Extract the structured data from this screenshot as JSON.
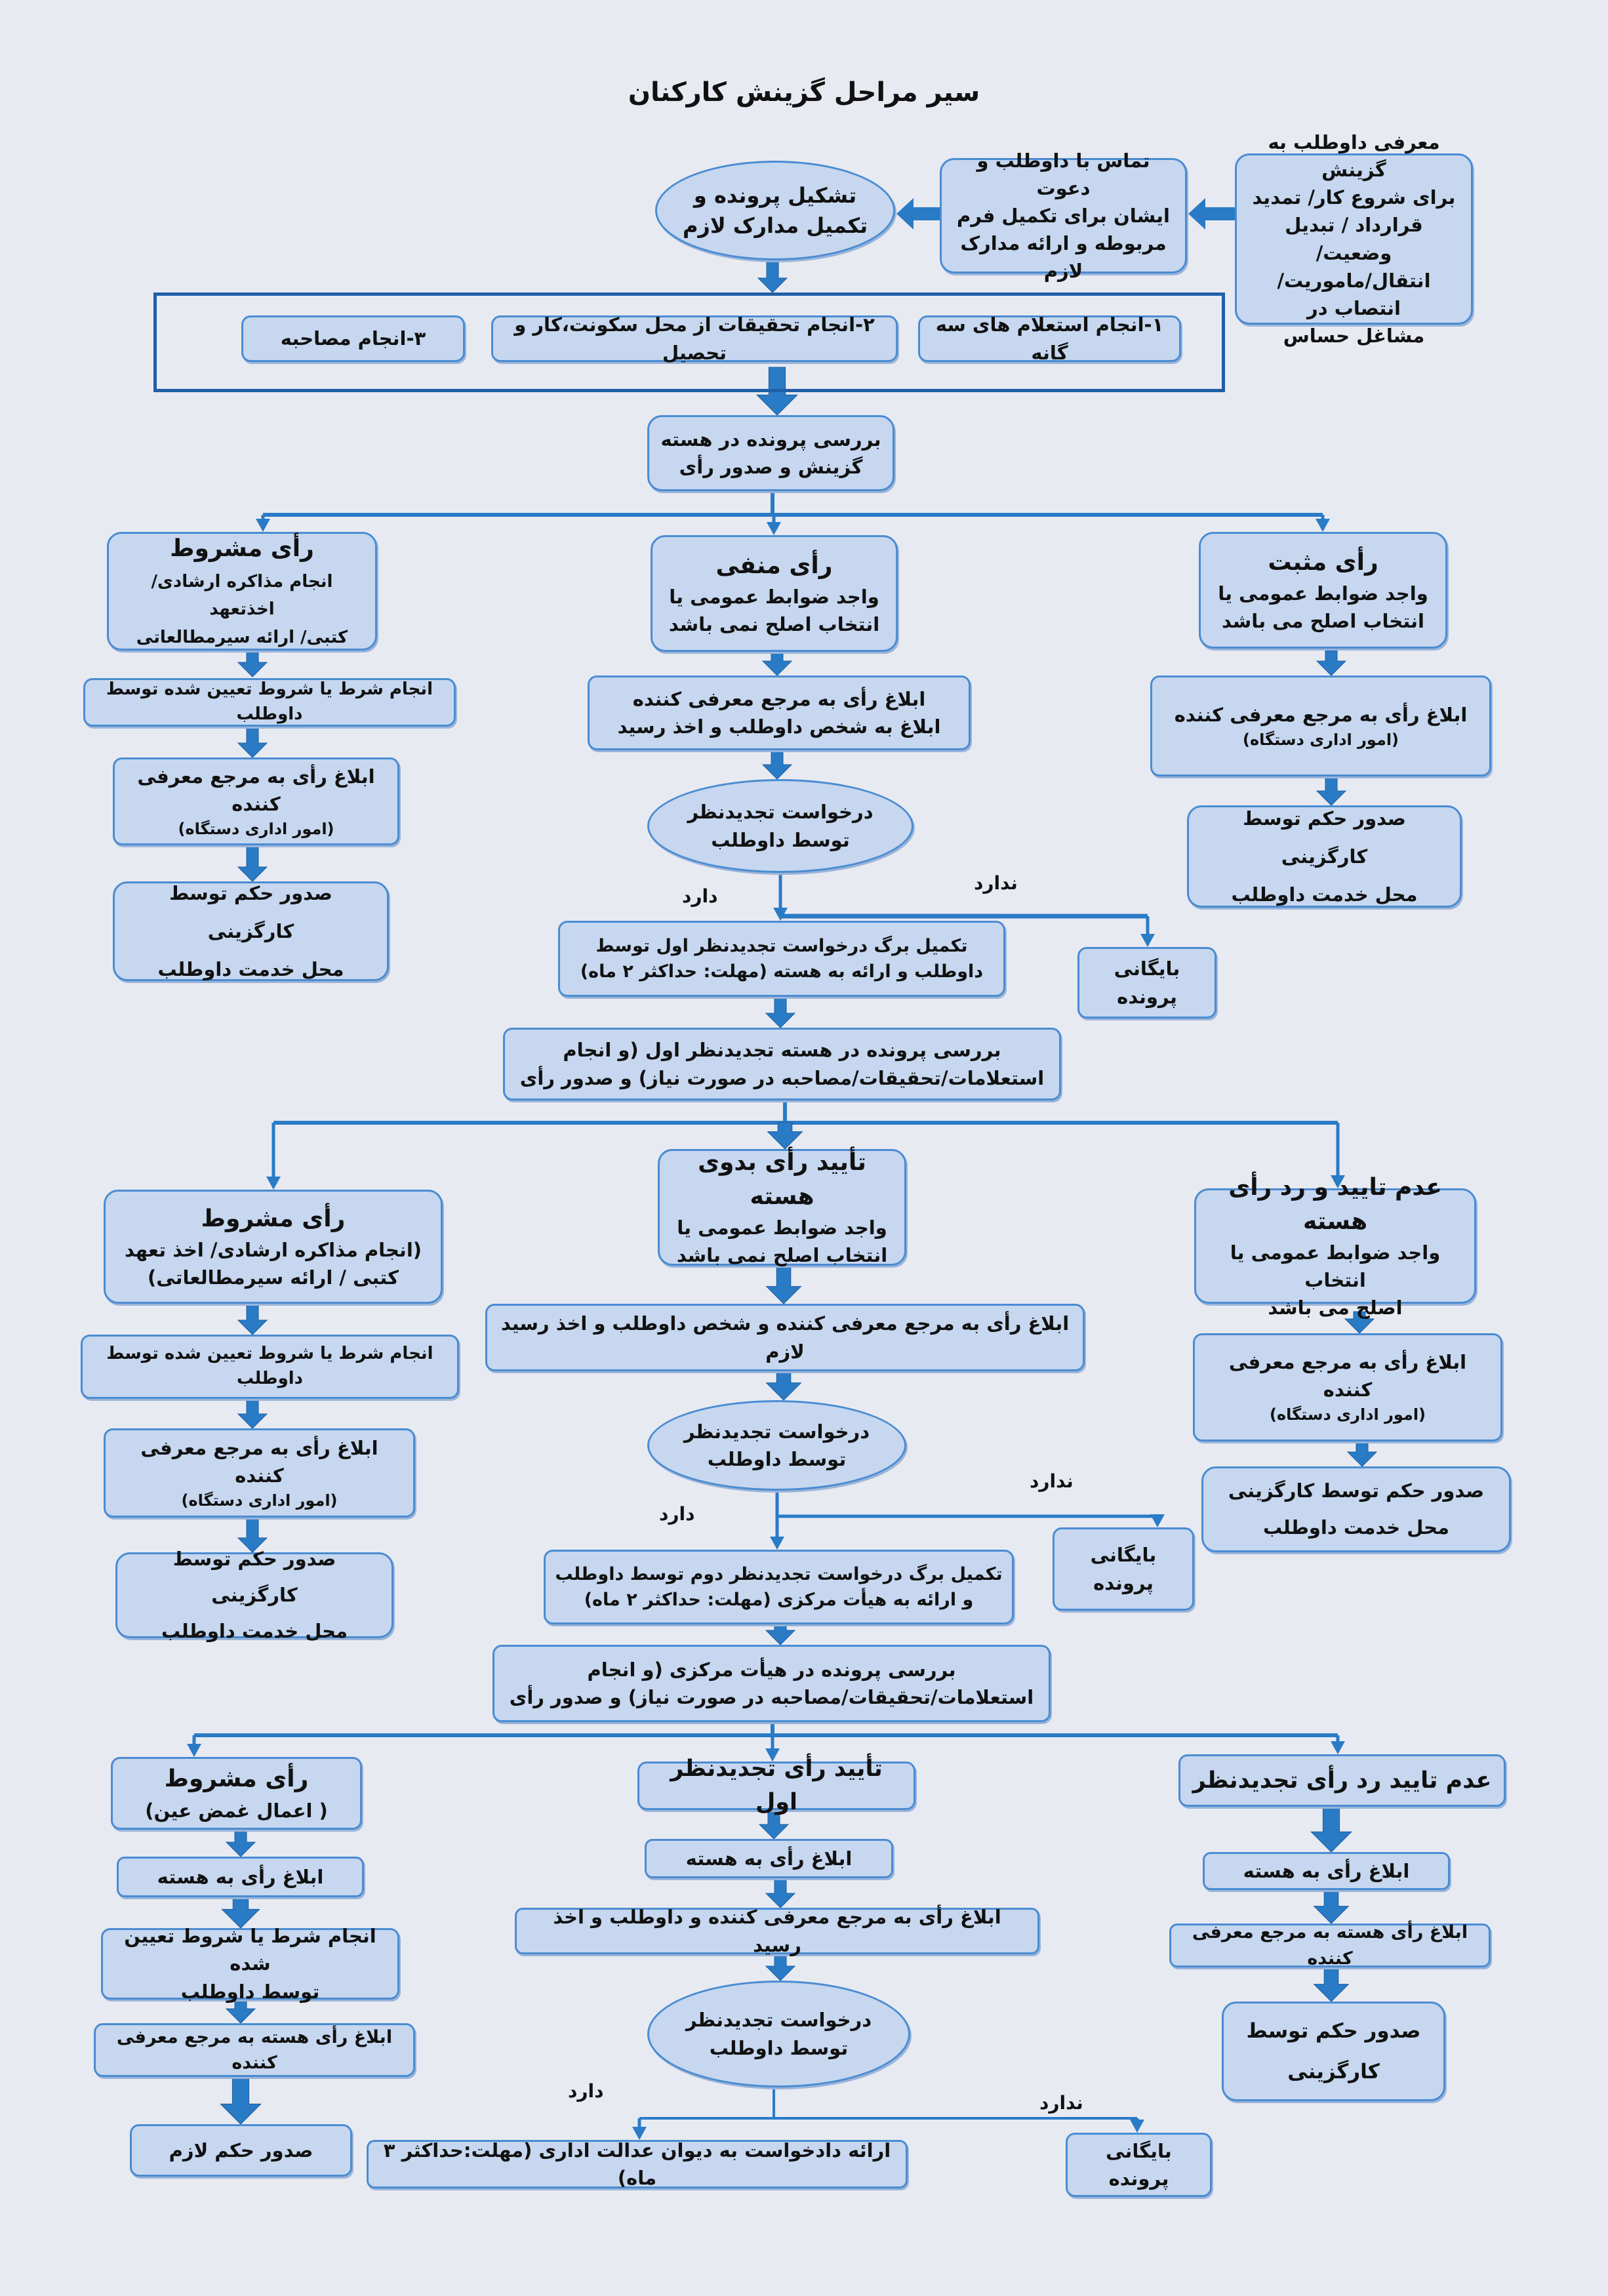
{
  "title": "سیر مراحل گزینش کارکنان",
  "colors": {
    "background": "#e8eaf2",
    "box_fill": "#c6d7ef",
    "box_border": "#4a8cd2",
    "arrow": "#2a7bc6",
    "frame": "#1f5fa8"
  },
  "start": {
    "introduce": "معرفی داوطلب به گزینش\nبرای شروع کار/ تمدید\nقرارداد / تبدیل وضعیت/\nانتقال/ماموریت/ انتصاب در\nمشاغل حساس",
    "contact": "تماس با داوطلب و دعوت\nایشان برای تکمیل فرم\nمربوطه و ارائه مدارک لازم",
    "file": "تشکیل پرونده و\nتکمیل مدارک لازم"
  },
  "checks": [
    "۱-انجام استعلام های سه گانه",
    "۲-انجام تحقیقات از محل سکونت،کار و تحصیل",
    "۳-انجام مصاحبه"
  ],
  "core_review": "بررسی پرونده در هسته\nگزینش و صدور رأی",
  "stage1": {
    "conditional": {
      "head": "رأی مشروط",
      "body": "انجام مذاکره ارشادی/ اخذتعهد\nکتبی/ ارائه سیرمطالعاتی"
    },
    "negative": {
      "head": "رأی منفی",
      "body": "واجد ضوابط عمومی یا\nانتخاب اصلح نمی باشد"
    },
    "positive": {
      "head": "رأی مثبت",
      "body": "واجد ضوابط عمومی یا\nانتخاب اصلح می باشد"
    },
    "cond_condition": "انجام شرط یا شروط تعیین شده توسط داوطلب",
    "cond_notify": {
      "main": "ابلاغ رأی به مرجع معرفی کننده",
      "sub": "(امور اداری دستگاه)"
    },
    "cond_order": "صدور حکم توسط کارگزینی\nمحل خدمت داوطلب",
    "neg_notify": "ابلاغ رأی به مرجع معرفی کننده\nابلاغ به شخص داوطلب و اخذ رسید",
    "neg_appeal": "درخواست تجدیدنظر\nتوسط داوطلب",
    "pos_notify": {
      "main": "ابلاغ رأی به مرجع معرفی کننده",
      "sub": "(امور اداری دستگاه)"
    },
    "pos_order": "صدور حکم توسط کارگزینی\nمحل خدمت داوطلب",
    "yes": "دارد",
    "no": "ندارد",
    "appeal_form": "تکمیل برگ درخواست تجدیدنظر اول توسط\nداوطلب و ارائه به هسته (مهلت: حداکثر ۲ ماه)",
    "archive": "بایگانی پرونده",
    "appeal_review": "بررسی پرونده در هسته تجدیدنظر اول (و انجام\nاستعلامات/تحقیقات/مصاحبه در صورت نیاز) و صدور رأی"
  },
  "stage2": {
    "conditional": {
      "head": "رأی مشروط",
      "body": "(انجام مذاکره ارشادی/ اخذ تعهد\nکتبی / ارائه سیرمطالعاتی)"
    },
    "confirm": {
      "head": "تأیید رأی بدوی هسته",
      "body": "واجد ضوابط عمومی یا\nانتخاب اصلح نمی باشد"
    },
    "reject": {
      "head": "عدم تایید و رد رأی هسته",
      "body": "واجد ضوابط عمومی یا انتخاب\nاصلح می باشد"
    },
    "cond_condition": "انجام شرط یا شروط تعیین شده توسط داوطلب",
    "cond_notify": {
      "main": "ابلاغ رأی به مرجع معرفی کننده",
      "sub": "(امور اداری دستگاه)"
    },
    "cond_order": "صدور حکم توسط کارگزینی\nمحل خدمت داوطلب",
    "confirm_notify": "ابلاغ رأی به مرجع معرفی کننده و شخص داوطلب و اخذ رسید لازم",
    "appeal": "درخواست تجدیدنظر\nتوسط داوطلب",
    "reject_notify": {
      "main": "ابلاغ رأی به مرجع معرفی کننده",
      "sub": "(امور اداری دستگاه)"
    },
    "reject_order": "صدور حکم توسط کارگزینی\nمحل خدمت داوطلب",
    "yes": "دارد",
    "no": "ندارد",
    "appeal_form": "تکمیل برگ درخواست تجدیدنظر دوم توسط داوطلب\nو ارائه به هیأت مرکزی (مهلت: حداکثر ۲ ماه)",
    "archive": "بایگانی پرونده",
    "central_review": "بررسی پرونده در هیأت مرکزی (و انجام\nاستعلامات/تحقیقات/مصاحبه در صورت نیاز) و صدور رأی"
  },
  "stage3": {
    "conditional": {
      "head": "رأی مشروط",
      "body": "( اعمال غمض عین)"
    },
    "confirm": "تأیید رأی تجدیدنظر اول",
    "reject": "عدم تایید رد رأی تجدیدنظر",
    "cond_notify_core": "ابلاغ رأی به هسته",
    "cond_condition": "انجام شرط یا شروط تعیین شده\nتوسط داوطلب",
    "cond_notify_ref": "ابلاغ رأی هسته به مرجع معرفی کننده",
    "cond_order": "صدور حکم لازم",
    "confirm_notify_core": "ابلاغ رأی به هسته",
    "confirm_notify": "ابلاغ رأی به مرجع معرفی کننده و داوطلب و اخذ رسید",
    "appeal": "درخواست تجدیدنظر\nتوسط داوطلب",
    "reject_notify_core": "ابلاغ رأی به هسته",
    "reject_notify_ref": "ابلاغ رأی هسته به مرجع معرفی کننده",
    "reject_order": "صدور حکم توسط\nکارگزینی",
    "yes": "دارد",
    "no": "ندارد",
    "court": "ارائه دادخواست به دیوان عدالت اداری (مهلت:حداکثر ۳ ماه)",
    "archive": "بایگانی پرونده"
  }
}
